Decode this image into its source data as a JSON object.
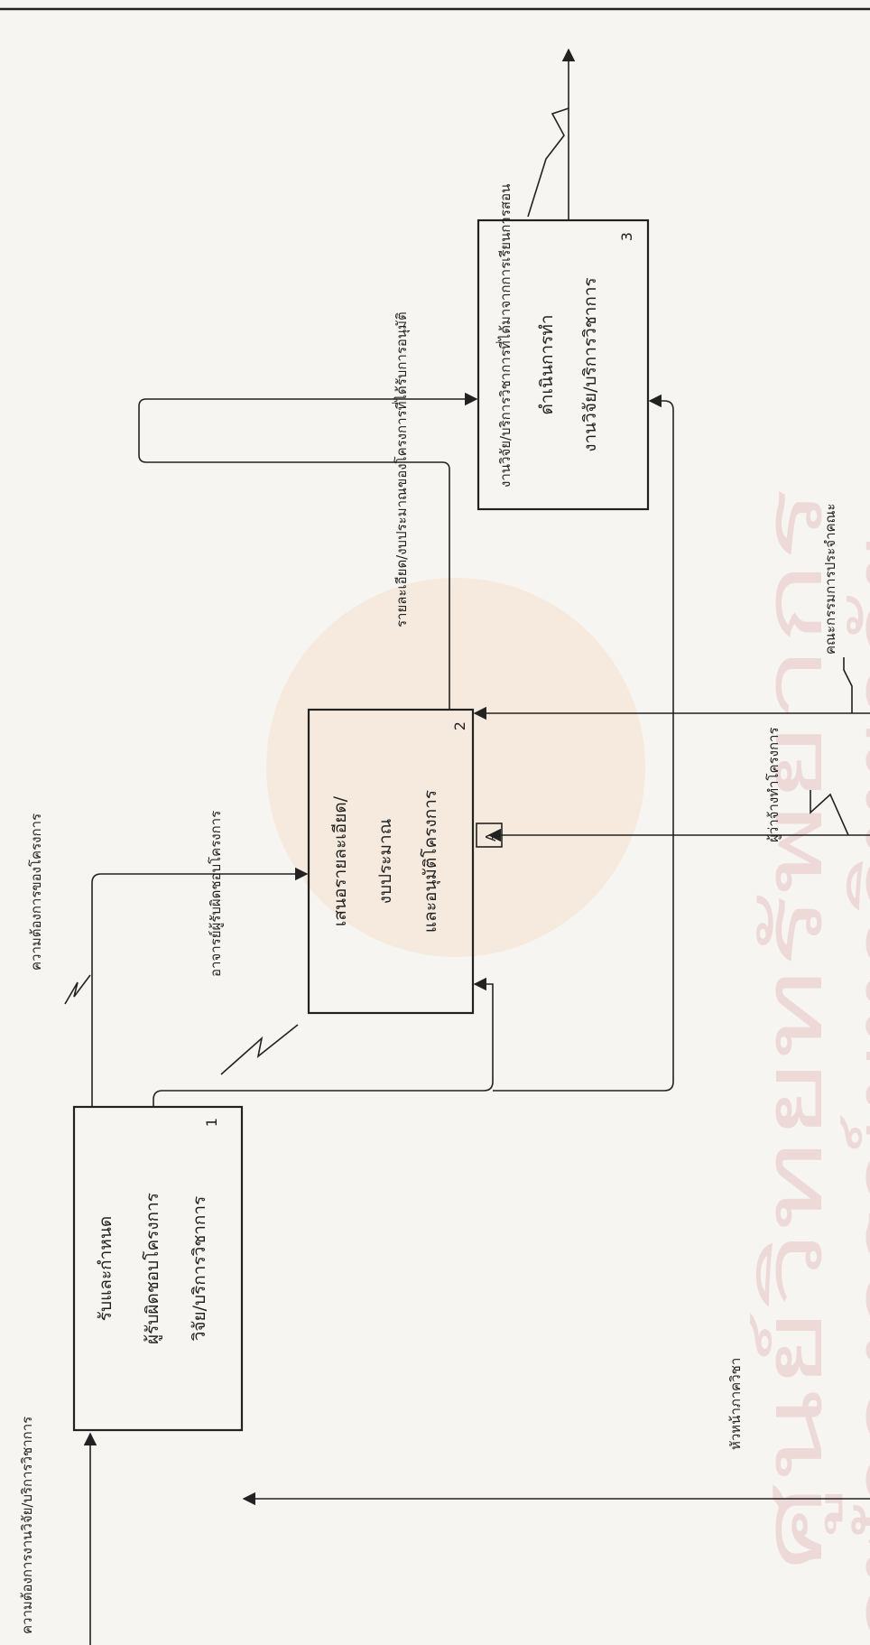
{
  "watermark": {
    "line1": "ศูนย์วิทยทรัพยากร",
    "line2": "จุฬาลงกรณ์มหาวิทยาลัย"
  },
  "boxes": [
    {
      "id": "1",
      "number": "1",
      "lines": [
        "รับและกำหนด",
        "ผู้รับผิดชอบโครงการ",
        "วิจัย/บริการวิชาการ"
      ]
    },
    {
      "id": "2",
      "number": "2",
      "lines": [
        "เสนอรายละเอียด/",
        "งบประมาณ",
        "และอนุมัติโครงการ"
      ]
    },
    {
      "id": "3",
      "number": "3",
      "lines": [
        "ดำเนินการทำ",
        "งานวิจัย/บริการวิชาการ"
      ]
    }
  ],
  "labels": {
    "input_need": "ความต้องการงานวิจัย/บริการวิชาการ",
    "project_need": "ความต้องการของโครงการ",
    "responsible_teacher": "อาจารย์ผู้รับผิดชอบโครงการ",
    "approved_detail": "รายละเอียด/งบประมาณของโครงการที่ได้รับการอนุมัติ",
    "output": "งานวิจัย/บริการวิชาการที่ได้มาจากการเรียนการสอน",
    "faculty_committee": "คณะกรรมการประจำคณะ",
    "employer": "ผู้ว่าจ้างทำโครงการ",
    "dept_head": "หัวหน้าภาควิชา",
    "boundary_mark": "A"
  },
  "colors": {
    "ink": "#222222",
    "watermark": "#e6c4c4",
    "paper": "#f7f5f1"
  }
}
